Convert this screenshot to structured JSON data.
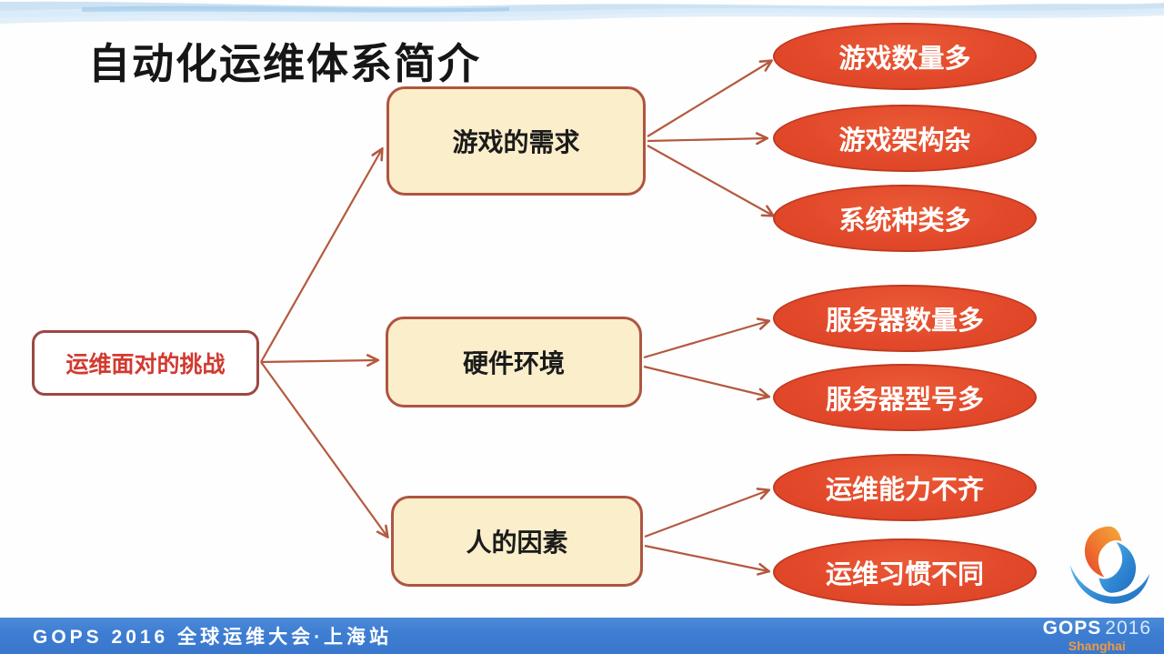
{
  "slide_title": "自动化运维体系简介",
  "mindmap": {
    "root": {
      "label": "运维面对的挑战"
    },
    "branches": [
      {
        "label": "游戏的需求",
        "children": [
          "游戏数量多",
          "游戏架构杂",
          "系统种类多"
        ]
      },
      {
        "label": "硬件环境",
        "children": [
          "服务器数量多",
          "服务器型号多"
        ]
      },
      {
        "label": "人的因素",
        "children": [
          "运维能力不齐",
          "运维习惯不同"
        ]
      }
    ]
  },
  "footer": {
    "event_text": "GOPS 2016 全球运维大会·上海站",
    "logo": {
      "brand": "GOPS",
      "year": "2016",
      "city": "Shanghai"
    }
  },
  "colors": {
    "leaf_fill": "#e2492b",
    "leaf_border": "#be3a20",
    "branch_fill": "#fbeecb",
    "branch_border": "#ae5540",
    "root_border": "#9c4843",
    "root_text": "#d23a30",
    "connector": "#b4593f",
    "footer_bar": "#3d7dd2",
    "footer_city": "#f09a3e",
    "logo_orange": "#f08030",
    "logo_blue": "#2e86d2"
  }
}
